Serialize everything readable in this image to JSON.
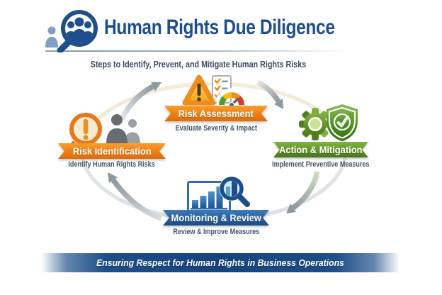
{
  "header": {
    "logo_icon": "magnifier-people-icon",
    "title": "Human Rights Due Diligence",
    "subtitle": "Steps to Identify, Prevent, and Mitigate Human Rights Risks",
    "title_color": "#1e4e8c"
  },
  "diagram": {
    "type": "cycle",
    "direction": "clockwise",
    "arrow_color": "#8f989f",
    "steps": [
      {
        "label": "Risk Identification",
        "sublabel": "Identify Human Rights Risks",
        "color": "#ee8118",
        "icon": "magnifier-alert-people-icon",
        "position": "left"
      },
      {
        "label": "Risk Assessment",
        "sublabel": "Evaluate Severity & Impact",
        "color": "#ee8118",
        "icon": "warning-checklist-gauge-icon",
        "position": "top"
      },
      {
        "label": "Action & Mitigation",
        "sublabel": "Implement Preventive Measures",
        "color": "#64942c",
        "icon": "gear-shield-check-icon",
        "position": "right"
      },
      {
        "label": "Monitoring & Review",
        "sublabel": "Review & Improve Measures",
        "color": "#2a61a2",
        "icon": "bar-chart-magnifier-icon",
        "position": "bottom"
      }
    ]
  },
  "footer": {
    "banner_text": "Ensuring Respect for Human Rights in Business Operations",
    "banner_color": "#1d4e8a"
  }
}
